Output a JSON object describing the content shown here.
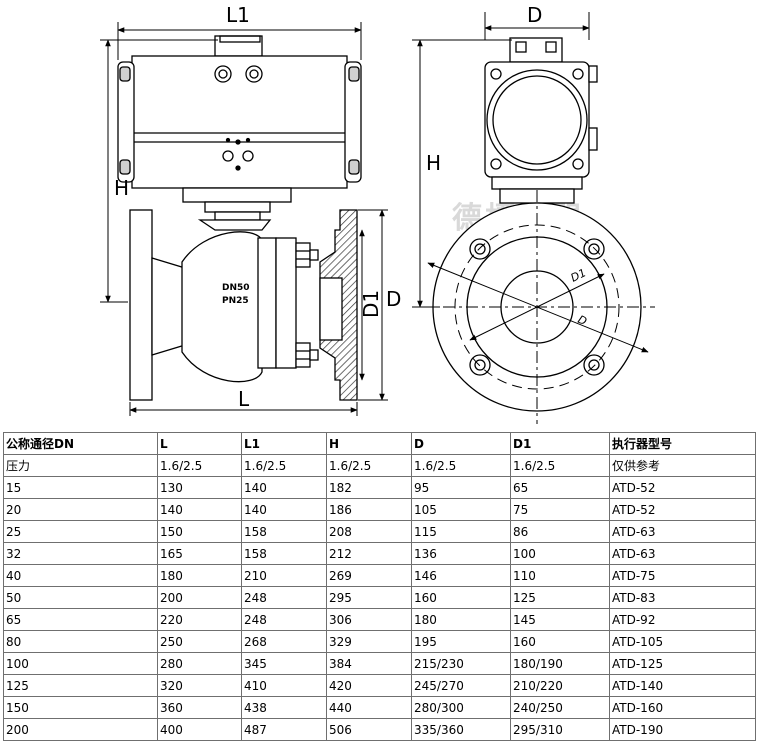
{
  "drawing": {
    "dimensions": {
      "L1": "L1",
      "L": "L",
      "H": "H",
      "D": "D",
      "D1": "D1"
    },
    "body_marking": {
      "size": "DN50",
      "pressure": "PN25"
    },
    "watermark": "德標閥門"
  },
  "table": {
    "headers": [
      "公称通径DN",
      "L",
      "L1",
      "H",
      "D",
      "D1",
      "执行器型号"
    ],
    "rows": [
      [
        "压力",
        "1.6/2.5",
        "1.6/2.5",
        "1.6/2.5",
        "1.6/2.5",
        "1.6/2.5",
        "仅供参考"
      ],
      [
        "15",
        "130",
        "140",
        "182",
        "95",
        "65",
        "ATD-52"
      ],
      [
        "20",
        "140",
        "140",
        "186",
        "105",
        "75",
        "ATD-52"
      ],
      [
        "25",
        "150",
        "158",
        "208",
        "115",
        "86",
        "ATD-63"
      ],
      [
        "32",
        "165",
        "158",
        "212",
        "136",
        "100",
        "ATD-63"
      ],
      [
        "40",
        "180",
        "210",
        "269",
        "146",
        "110",
        "ATD-75"
      ],
      [
        "50",
        "200",
        "248",
        "295",
        "160",
        "125",
        "ATD-83"
      ],
      [
        "65",
        "220",
        "248",
        "306",
        "180",
        "145",
        "ATD-92"
      ],
      [
        "80",
        "250",
        "268",
        "329",
        "195",
        "160",
        "ATD-105"
      ],
      [
        "100",
        "280",
        "345",
        "384",
        "215/230",
        "180/190",
        "ATD-125"
      ],
      [
        "125",
        "320",
        "410",
        "420",
        "245/270",
        "210/220",
        "ATD-140"
      ],
      [
        "150",
        "360",
        "438",
        "440",
        "280/300",
        "240/250",
        "ATD-160"
      ],
      [
        "200",
        "400",
        "487",
        "506",
        "335/360",
        "295/310",
        "ATD-190"
      ]
    ]
  }
}
